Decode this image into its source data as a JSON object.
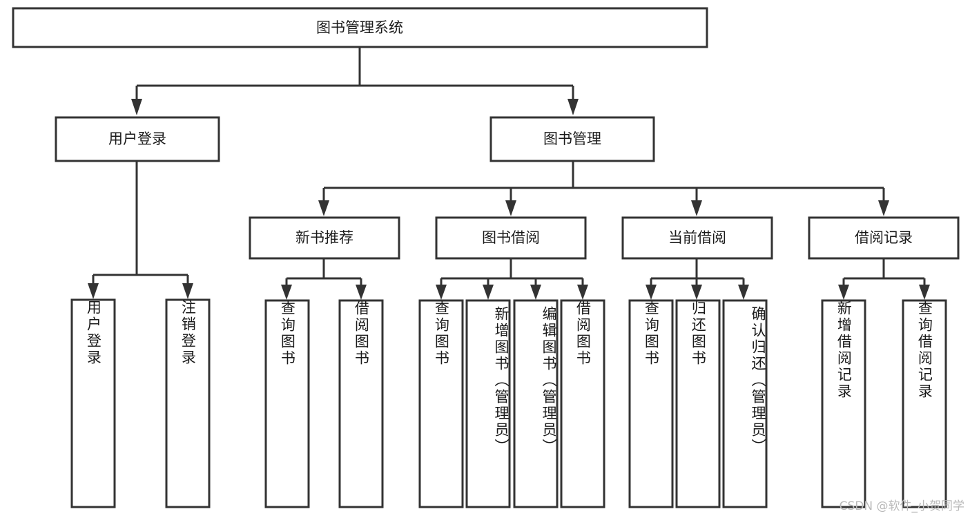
{
  "diagram": {
    "type": "tree",
    "title": "图书管理系统",
    "root": {
      "id": "root",
      "label": "图书管理系统"
    },
    "level2": [
      {
        "id": "user-login",
        "label": "用户登录"
      },
      {
        "id": "book-manage",
        "label": "图书管理"
      }
    ],
    "level3": [
      {
        "id": "new-book-recommend",
        "label": "新书推荐",
        "parent": "book-manage"
      },
      {
        "id": "book-borrow",
        "label": "图书借阅",
        "parent": "book-manage"
      },
      {
        "id": "current-borrow",
        "label": "当前借阅",
        "parent": "book-manage"
      },
      {
        "id": "borrow-record",
        "label": "借阅记录",
        "parent": "book-manage"
      }
    ],
    "leaves": [
      {
        "id": "leaf-user-login",
        "parent": "user-login",
        "label": "用户登录"
      },
      {
        "id": "leaf-logout",
        "parent": "user-login",
        "label": "注销登录"
      },
      {
        "id": "leaf-query-book-1",
        "parent": "new-book-recommend",
        "label": "查询图书"
      },
      {
        "id": "leaf-borrow-book-1",
        "parent": "new-book-recommend",
        "label": "借阅图书"
      },
      {
        "id": "leaf-query-book-2",
        "parent": "book-borrow",
        "label": "查询图书"
      },
      {
        "id": "leaf-add-book",
        "parent": "book-borrow",
        "label": "新增图书（管理员）"
      },
      {
        "id": "leaf-edit-book",
        "parent": "book-borrow",
        "label": "编辑图书（管理员）"
      },
      {
        "id": "leaf-borrow-book-2",
        "parent": "book-borrow",
        "label": "借阅图书"
      },
      {
        "id": "leaf-query-book-3",
        "parent": "current-borrow",
        "label": "查询图书"
      },
      {
        "id": "leaf-return-book",
        "parent": "current-borrow",
        "label": "归还图书"
      },
      {
        "id": "leaf-confirm-return",
        "parent": "current-borrow",
        "label": "确认归还（管理员）"
      },
      {
        "id": "leaf-add-record",
        "parent": "borrow-record",
        "label": "新增借阅记录"
      },
      {
        "id": "leaf-query-record",
        "parent": "borrow-record",
        "label": "查询借阅记录"
      }
    ]
  },
  "watermark": {
    "text": "CSDN @软件_小贺同学"
  },
  "colors": {
    "background": "#ffffff",
    "box_fill": "#ffffff",
    "box_stroke": "#333333",
    "text": "#1a1a1a",
    "watermark": "#b9b9b9"
  }
}
